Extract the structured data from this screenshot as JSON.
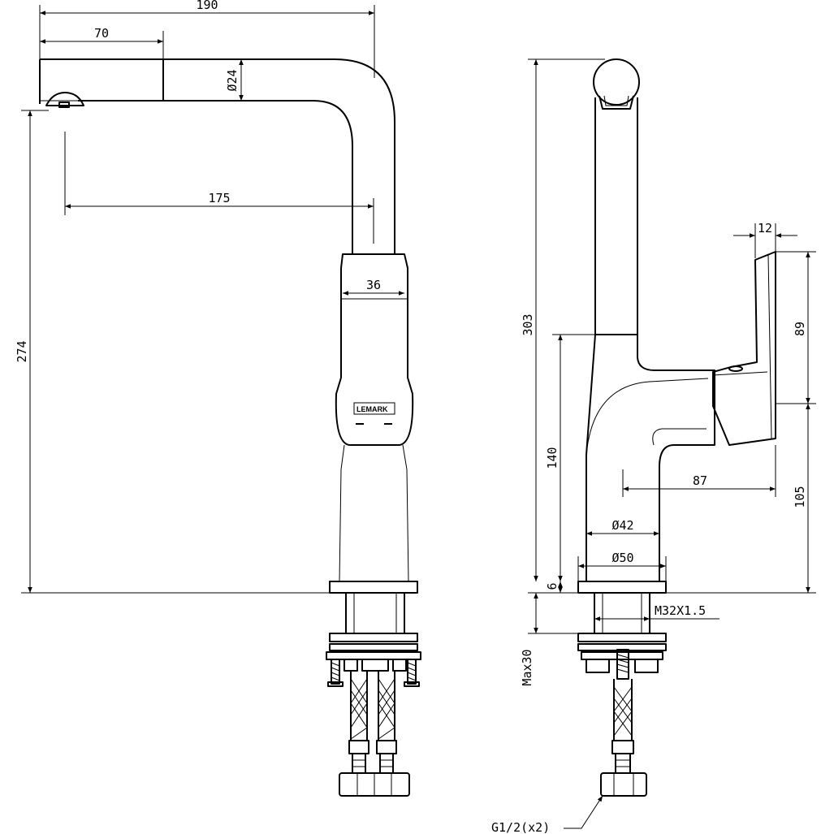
{
  "brand": "LEMARK",
  "front_view": {
    "dim_width_total": "190",
    "dim_spout_pull": "70",
    "dim_spout_dia": "Ø24",
    "dim_spout_reach": "175",
    "dim_body_width": "36",
    "dim_height": "274"
  },
  "side_view": {
    "dim_total_height": "303",
    "dim_lever_thickness": "12",
    "dim_lever_height": "89",
    "dim_body_height": "140",
    "dim_lever_reach": "87",
    "dim_body_dia": "Ø42",
    "dim_base_dia": "Ø50",
    "dim_base_height": "105",
    "dim_ring": "6",
    "dim_thread": "M32X1.5",
    "dim_counter_max": "Max30",
    "dim_connector": "G1/2(x2)"
  }
}
